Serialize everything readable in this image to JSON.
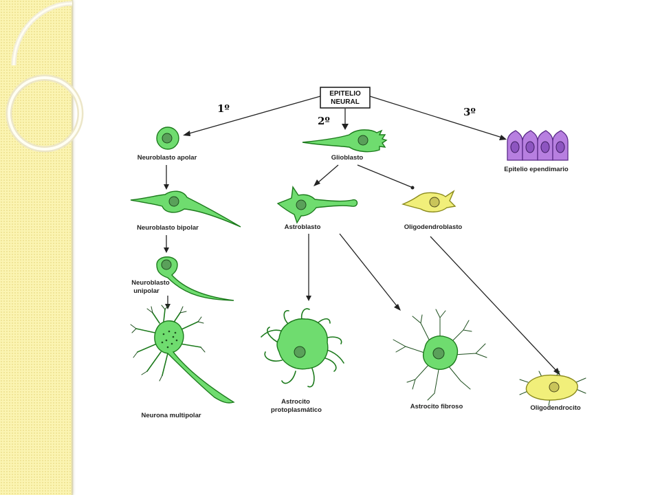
{
  "colors": {
    "sidebar": "#fbf4b2",
    "neuroblast_cells": "#6fdc6f",
    "oligodendrocyte_cells": "#f1ef7a",
    "ependymal_cells": "#b77fe0"
  },
  "diagram": {
    "root": {
      "line1": "EPITELIO",
      "line2": "NEURAL"
    },
    "steps": {
      "first": "1º",
      "second": "2º",
      "third": "3º"
    },
    "nodes": {
      "neuroblasto_apolar": "Neuroblasto apolar",
      "neuroblasto_bipolar": "Neuroblasto bipolar",
      "neuroblasto_unipolar_1": "Neuroblasto",
      "neuroblasto_unipolar_2": "unipolar",
      "neurona_multipolar": "Neurona multipolar",
      "glioblasto": "Glioblasto",
      "astroblasto": "Astroblasto",
      "oligodendroblasto": "Oligodendroblasto",
      "astrocito_proto_1": "Astrocito",
      "astrocito_proto_2": "protoplasmático",
      "astrocito_fibroso": "Astrocito fibroso",
      "oligodendrocito": "Oligodendrocito",
      "epitelio_ependimario": "Epitelio ependimario"
    }
  }
}
